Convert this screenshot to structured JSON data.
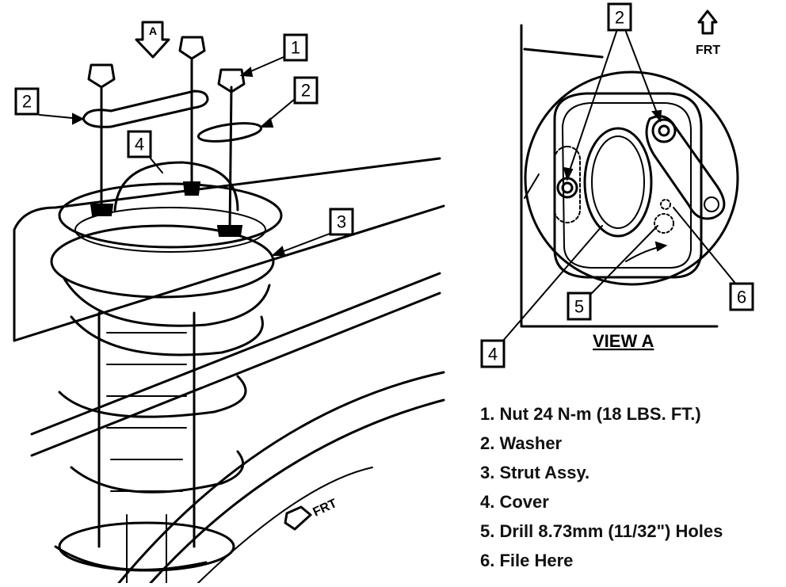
{
  "callouts": {
    "main_nut": "1",
    "main_washer_left": "2",
    "main_washer_right": "2",
    "main_cover": "4",
    "main_strut": "3",
    "view_washer": "2",
    "view_cover": "4",
    "view_drill": "5",
    "view_file": "6"
  },
  "view_title": "VIEW A",
  "view_ref_letter": "A",
  "front_marker_view": "FRT",
  "front_marker_main": "FRT",
  "legend": [
    "1. Nut 24 N-m (18 LBS. FT.)",
    "2. Washer",
    "3. Strut Assy.",
    "4. Cover",
    "5. Drill 8.73mm (11/32\") Holes",
    "6. File Here"
  ]
}
